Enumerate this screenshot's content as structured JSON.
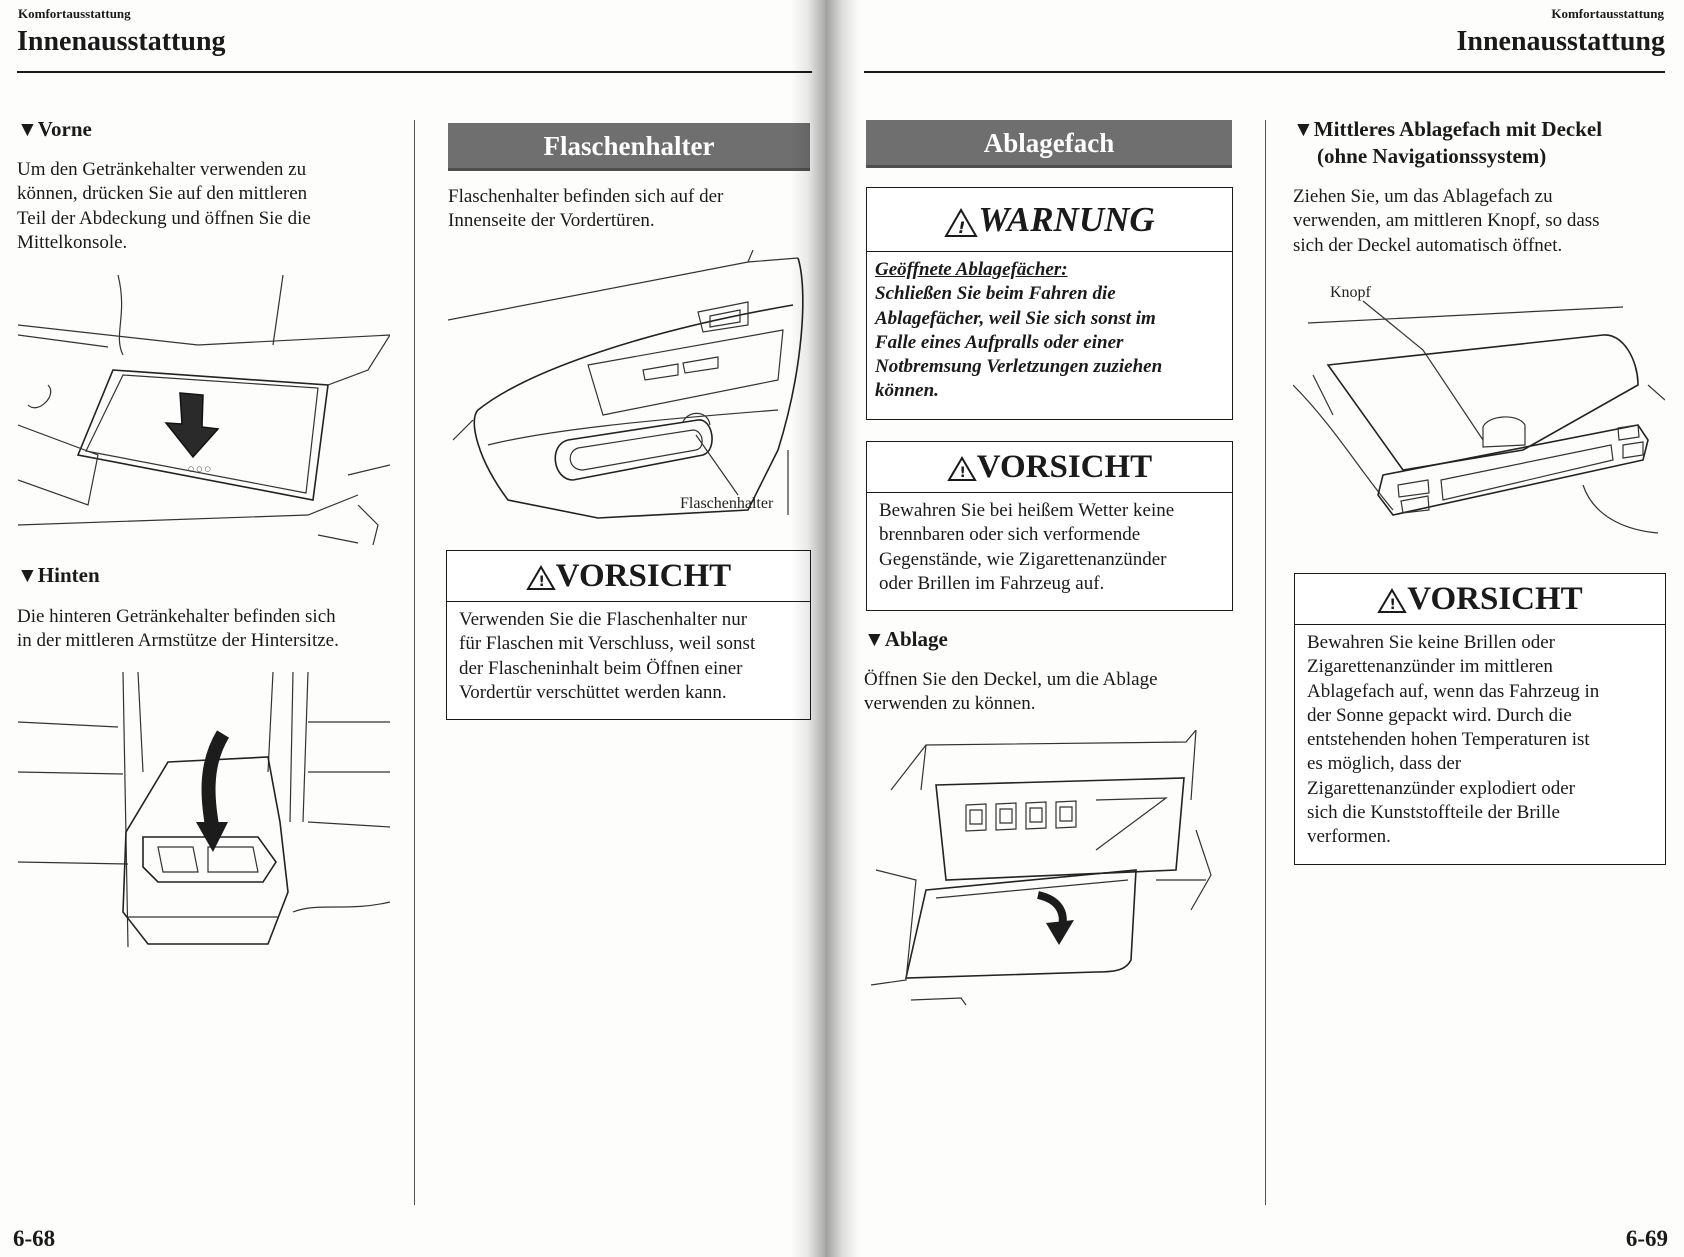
{
  "left_page": {
    "running_head": "Komfortausstattung",
    "title": "Innenausstattung",
    "page_number": "6-68",
    "col1": {
      "vorne_heading": "Vorne",
      "vorne_text": [
        "Um den Getränkehalter verwenden zu",
        "können, drücken Sie auf den mittleren",
        "Teil der Abdeckung und öffnen Sie die",
        "Mittelkonsole."
      ],
      "hinten_heading": "Hinten",
      "hinten_text": [
        "Die hinteren Getränkehalter befinden sich",
        "in der mittleren Armstütze der Hintersitze."
      ]
    },
    "col2": {
      "banner": "Flaschenhalter",
      "intro": [
        "Flaschenhalter befinden sich auf der",
        "Innenseite der Vordertüren."
      ],
      "figure_label": "Flaschenhalter",
      "caution_title": "VORSICHT",
      "caution_text": [
        "Verwenden Sie die Flaschenhalter nur",
        "für Flaschen mit Verschluss, weil sonst",
        "der Flascheninhalt beim Öffnen einer",
        "Vordertür verschüttet werden kann."
      ]
    }
  },
  "right_page": {
    "running_head": "Komfortausstattung",
    "title": "Innenausstattung",
    "page_number": "6-69",
    "col1": {
      "banner": "Ablagefach",
      "warning_title": "WARNUNG",
      "warning_subhead": "Geöffnete Ablagefächer:",
      "warning_text": [
        "Schließen Sie beim Fahren die",
        "Ablagefächer, weil Sie sich sonst im",
        "Falle eines Aufpralls oder einer",
        "Notbremsung Verletzungen zuziehen",
        "können."
      ],
      "caution_title": "VORSICHT",
      "caution_text": [
        "Bewahren Sie bei heißem Wetter keine",
        "brennbaren oder sich verformende",
        "Gegenstände, wie Zigarettenanzünder",
        "oder Brillen im Fahrzeug auf."
      ],
      "ablage_heading": "Ablage",
      "ablage_text": [
        "Öffnen Sie den Deckel, um die Ablage",
        "verwenden zu können."
      ]
    },
    "col2": {
      "heading": [
        "Mittleres Ablagefach mit Deckel",
        "(ohne Navigationssystem)"
      ],
      "text": [
        "Ziehen Sie, um das Ablagefach zu",
        "verwenden, am mittleren Knopf, so dass",
        "sich der Deckel automatisch öffnet."
      ],
      "figure_label": "Knopf",
      "caution_title": "VORSICHT",
      "caution_text": [
        "Bewahren Sie keine Brillen oder",
        "Zigarettenanzünder im mittleren",
        "Ablagefach auf, wenn das Fahrzeug in",
        "der Sonne gepackt wird. Durch die",
        "entstehenden hohen Temperaturen ist",
        "es möglich, dass der",
        "Zigarettenanzünder explodiert oder",
        "sich die Kunststoffteile der Brille",
        "verformen."
      ]
    }
  }
}
